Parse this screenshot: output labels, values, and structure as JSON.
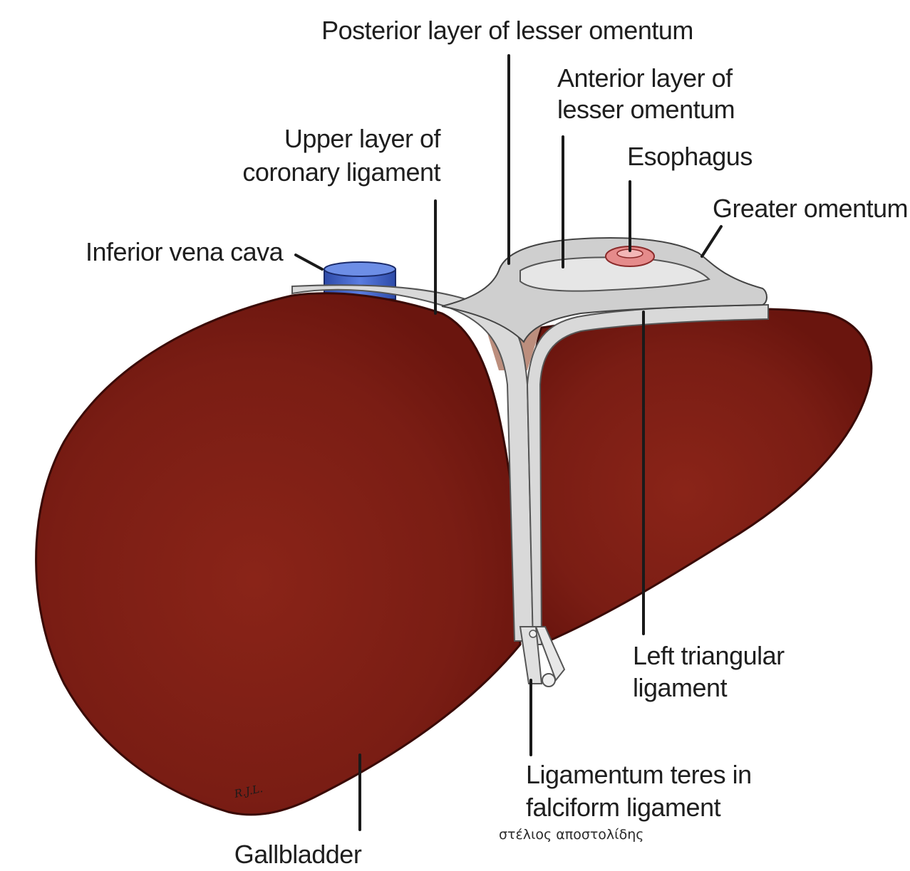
{
  "labels": {
    "posterior_lesser_omentum": "Posterior layer of lesser omentum",
    "anterior_lesser_omentum_1": "Anterior layer of",
    "anterior_lesser_omentum_2": "lesser omentum",
    "upper_coronary_1": "Upper layer of",
    "upper_coronary_2": "coronary ligament",
    "esophagus": "Esophagus",
    "greater_omentum": "Greater omentum",
    "inferior_vena_cava": "Inferior vena cava",
    "left_triangular_1": "Left triangular",
    "left_triangular_2": "ligament",
    "ligamentum_teres_1": "Ligamentum teres in",
    "ligamentum_teres_2": "falciform ligament",
    "gallbladder": "Gallbladder"
  },
  "artist_signature": "R.J.L.",
  "credit": "στέλιος αποστολίδης",
  "colors": {
    "liver": "#7a1d14",
    "liver_edge": "#4a0e08",
    "ligament": "#d4d4d4",
    "vena_cava": "#3a5fc4",
    "gallbladder": "#8c8c2a",
    "esophagus": "#e58b8b"
  }
}
